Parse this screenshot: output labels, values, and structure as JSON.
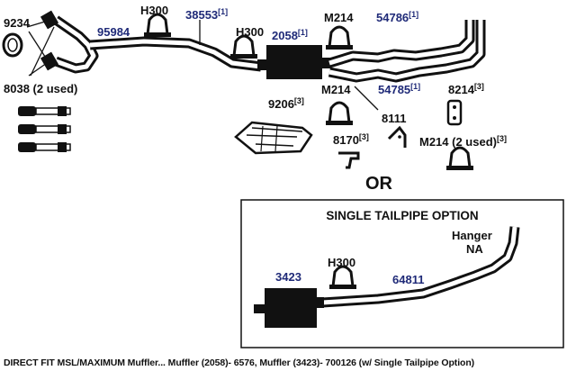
{
  "colors": {
    "ink": "#111111",
    "part_number_blue": "#1f2a78",
    "background": "#ffffff"
  },
  "labels": {
    "p9234": "9234",
    "p95984": "95984",
    "p8038": "8038 (2 used)",
    "p_h300_a": "H300",
    "p38553": "38553",
    "p38553_note": "[1]",
    "p_h300_b": "H300",
    "p2058": "2058",
    "p2058_note": "[1]",
    "p_m214_a": "M214",
    "p54786": "54786",
    "p54786_note": "[1]",
    "p9206": "9206",
    "p9206_note": "[3]",
    "p_m214_b": "M214",
    "p54785": "54785",
    "p54785_note": "[1]",
    "p8214": "8214",
    "p8214_note": "[3]",
    "p8111": "8111",
    "p8170": "8170",
    "p8170_note": "[3]",
    "p_m214_c": "M214 (2 used)",
    "p_m214_c_note": "[3]",
    "or": "OR"
  },
  "option_box": {
    "title": "SINGLE TAILPIPE OPTION",
    "hanger_line1": "Hanger",
    "hanger_line2": "NA",
    "p3423": "3423",
    "p_h300": "H300",
    "p64811": "64811"
  },
  "caption": "DIRECT FIT MSL/MAXIMUM Muffler... Muffler (2058)- 6576, Muffler (3423)- 700126 (w/ Single Tailpipe Option)"
}
